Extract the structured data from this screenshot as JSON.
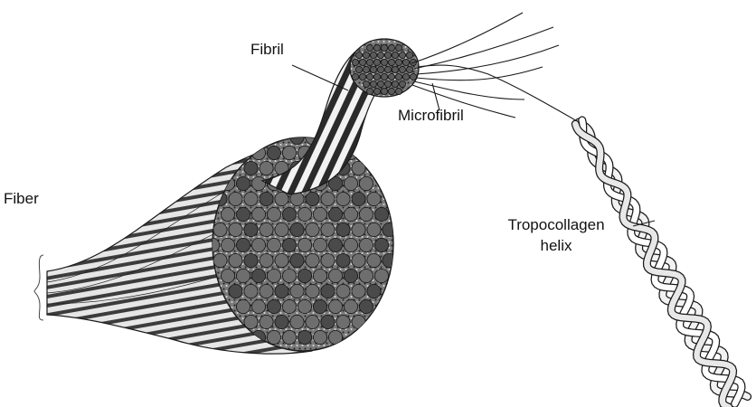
{
  "labels": {
    "fibril": "Fibril",
    "microfibril": "Microfibril",
    "fiber": "Fiber",
    "tropocollagen_line1": "Tropocollagen",
    "tropocollagen_line2": "helix"
  },
  "colors": {
    "ink": "#1a1a1a",
    "light_fill": "#eeeeee",
    "mid_fill": "#8a8a8a",
    "dark_fill": "#3a3a3a",
    "background": "#ffffff"
  }
}
